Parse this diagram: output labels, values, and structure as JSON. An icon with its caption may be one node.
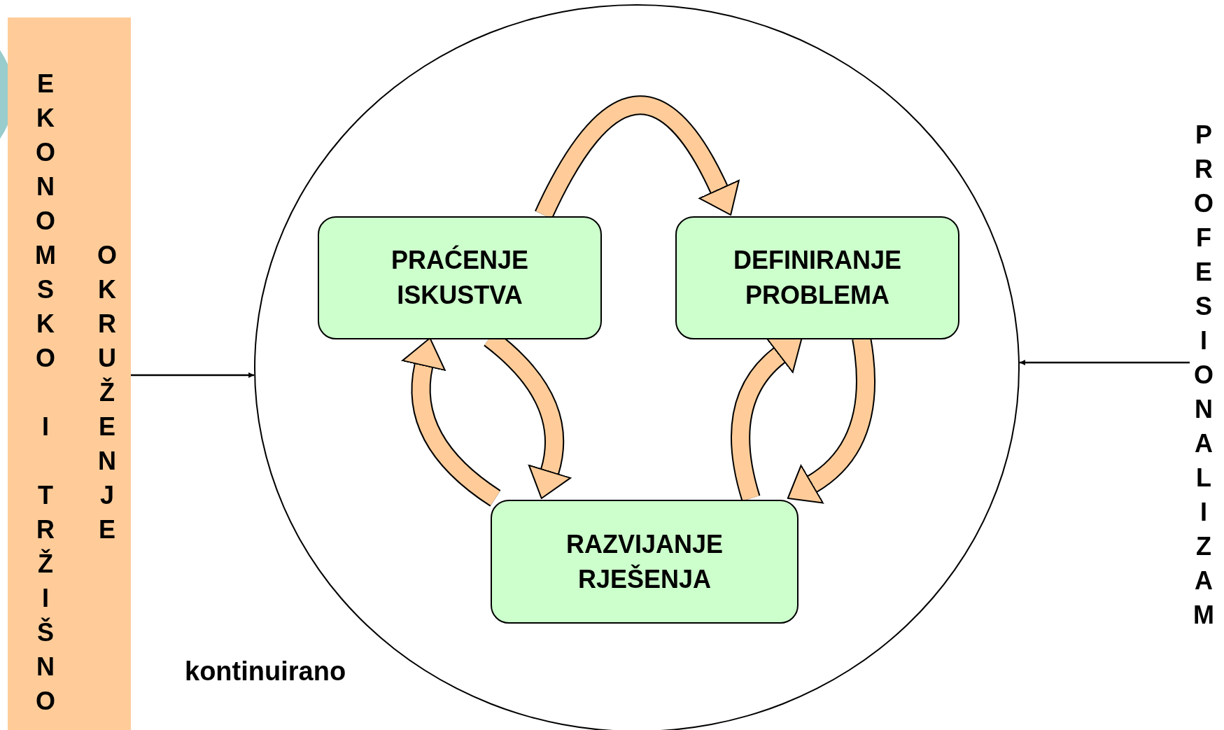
{
  "diagram": {
    "nodes": [
      {
        "text": [
          "EKONOMSKO I TRŽIŠNO",
          "OKRUŽENJE"
        ]
      },
      {
        "text": [],
        "shape": "circle"
      },
      {
        "text": [
          "PRAĆENJE ISKUSTVA"
        ],
        "in": 1
      },
      {
        "text": [
          "DEFINIRANJE PROBLEMA"
        ],
        "in": 1
      },
      {
        "text": [
          "RAZVIJANJE RJEŠENJA"
        ],
        "in": 1
      },
      {
        "text": [
          "PROFESIONALIZAM"
        ]
      }
    ],
    "edges": [
      {
        "from": 2,
        "to": 3,
        "arrow": "to"
      },
      {
        "from": 2,
        "to": 4,
        "arrow": "to"
      },
      {
        "from": 4,
        "to": 2,
        "arrow": "to"
      },
      {
        "from": 4,
        "to": 3,
        "arrow": "to"
      },
      {
        "from": 3,
        "to": 4,
        "arrow": "to"
      },
      {
        "from": 0,
        "to": 1,
        "arrow": "to"
      },
      {
        "from": 5,
        "to": 1,
        "arrow": "to"
      }
    ],
    "labels": [
      "kontinuirano"
    ]
  }
}
